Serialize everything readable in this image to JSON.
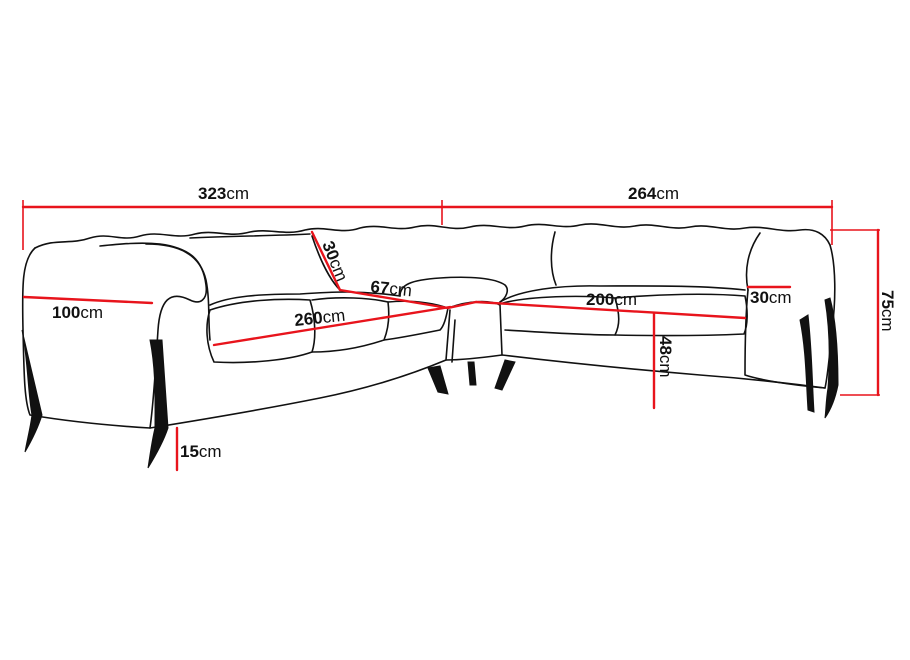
{
  "dimensions": {
    "total_left_width": {
      "value": "323",
      "unit": "cm"
    },
    "total_right_width": {
      "value": "264",
      "unit": "cm"
    },
    "depth": {
      "value": "100",
      "unit": "cm"
    },
    "left_seat_width": {
      "value": "260",
      "unit": "cm"
    },
    "backrest_depth_left": {
      "value": "30",
      "unit": "cm"
    },
    "corner_seat": {
      "value": "67",
      "unit": "cm"
    },
    "right_seat_width": {
      "value": "200",
      "unit": "cm"
    },
    "armrest_width": {
      "value": "30",
      "unit": "cm"
    },
    "seat_height": {
      "value": "48",
      "unit": "cm"
    },
    "total_height": {
      "value": "75",
      "unit": "cm"
    },
    "leg_height": {
      "value": "15",
      "unit": "cm"
    }
  },
  "colors": {
    "dimension_line": "#e8141c",
    "outline": "#111111"
  }
}
